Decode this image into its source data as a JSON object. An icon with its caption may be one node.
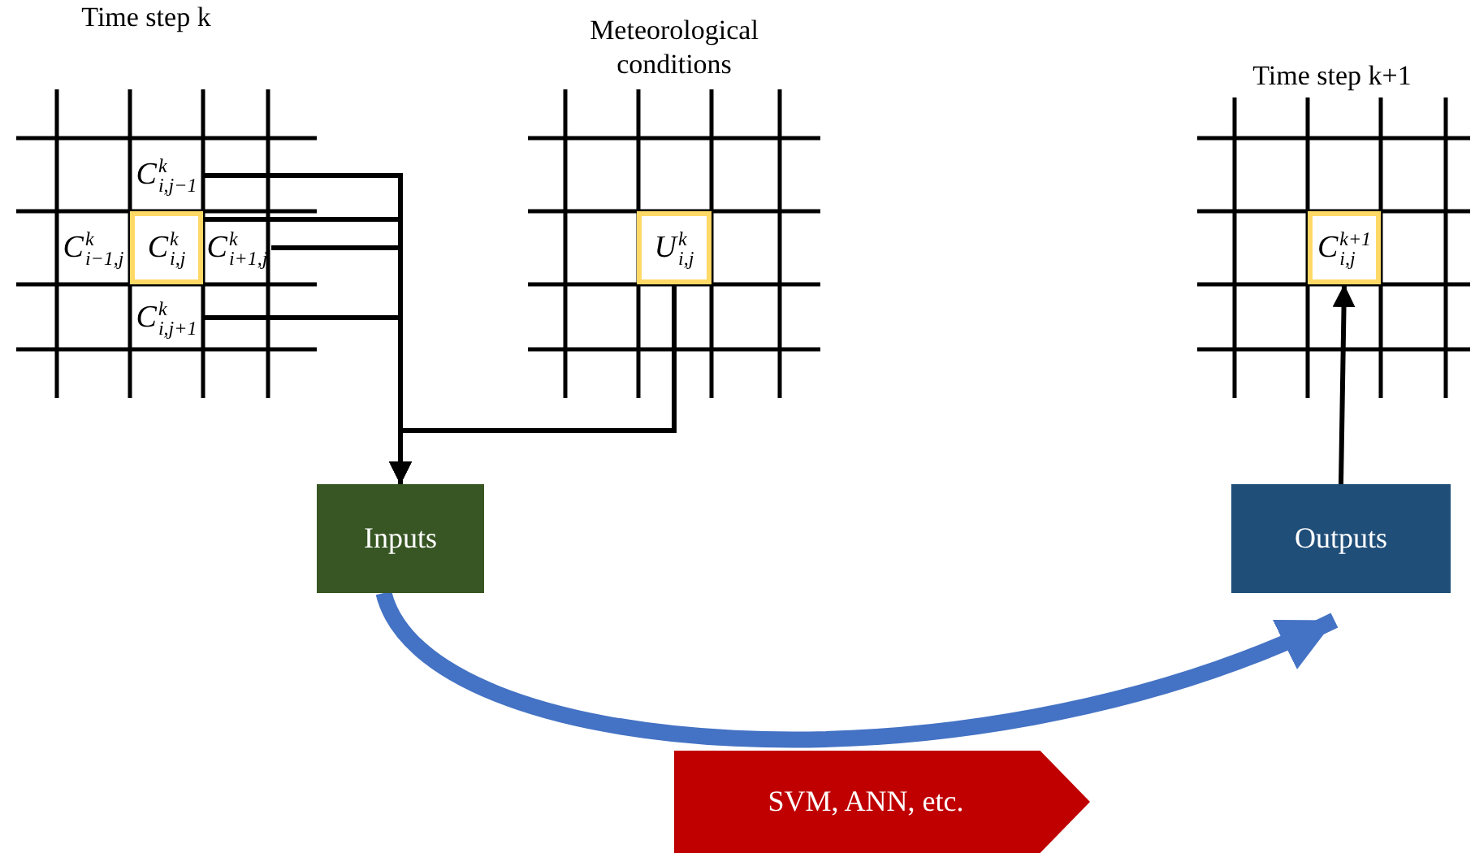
{
  "diagram": {
    "nodes": [
      {
        "text": [
          "Time step k"
        ]
      },
      {
        "text": [
          "C$^{k}$$_{i,j−1}$"
        ],
        "in": 0
      },
      {
        "text": [
          "C$^{k}$$_{i−1,j}$"
        ],
        "in": 0
      },
      {
        "text": [
          "C$^{k}$$_{i,j}$"
        ],
        "in": 0
      },
      {
        "text": [
          "C$^{k}$$_{i+1,j}$"
        ],
        "in": 0
      },
      {
        "text": [
          "C$^{k}$$_{i,j+1}$"
        ],
        "in": 0
      },
      {
        "text": [
          "Meteorological conditions"
        ]
      },
      {
        "text": [
          "U$^{k}$$_{i,j}$"
        ],
        "in": 6
      },
      {
        "text": [
          "Time step k+1"
        ]
      },
      {
        "text": [
          "C$^{k+1}$$_{i,j}$"
        ],
        "in": 8
      },
      {
        "text": [
          "Inputs"
        ]
      },
      {
        "text": [
          "Outputs"
        ]
      },
      {
        "text": [
          "SVM, ANN, etc."
        ]
      }
    ],
    "edges": [
      {
        "from": 1,
        "to": 10,
        "arrow": "to"
      },
      {
        "from": 3,
        "to": 10,
        "arrow": "to"
      },
      {
        "from": 4,
        "to": 10,
        "arrow": "to"
      },
      {
        "from": 5,
        "to": 10,
        "arrow": "to"
      },
      {
        "from": 7,
        "to": 10,
        "arrow": "to"
      },
      {
        "from": 10,
        "to": 11,
        "arrow": "to",
        "style": "thick",
        "color": "#4472c4"
      },
      {
        "from": 11,
        "to": 9,
        "arrow": "to"
      }
    ]
  }
}
